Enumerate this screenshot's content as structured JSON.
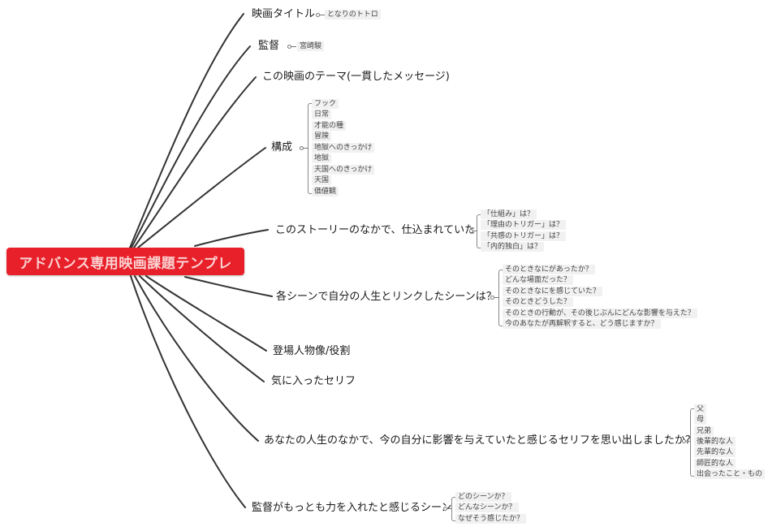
{
  "root": {
    "label": "アドバンス専用映画課題テンプレ"
  },
  "branches": [
    {
      "label": "映画タイトル",
      "leaves": [
        "となりのトトロ"
      ]
    },
    {
      "label": "監督",
      "leaves": [
        "宮崎駿"
      ]
    },
    {
      "label": "この映画のテーマ(一貫したメッセージ)",
      "leaves": []
    },
    {
      "label": "構成",
      "leaves": [
        "フック",
        "日常",
        "才能の種",
        "冒険",
        "地獄へのきっかけ",
        "地獄",
        "天国へのきっかけ",
        "天国",
        "価値観"
      ]
    },
    {
      "label": "このストーリーのなかで、仕込まれていた",
      "leaves": [
        "「仕組み」は？",
        "「理由のトリガー」は？",
        "「共感のトリガー」は？",
        "「内的独白」は？"
      ]
    },
    {
      "label": "各シーンで自分の人生とリンクしたシーンは？",
      "leaves": [
        "そのときなにがあったか？",
        "どんな場面だった？",
        "そのときなにを感じていた？",
        "そのときどうした？",
        "そのときの行動が、その後じぶんにどんな影響を与えた？",
        "今のあなたが再解釈すると、どう感じますか？"
      ]
    },
    {
      "label": "登場人物像/役割",
      "leaves": []
    },
    {
      "label": "気に入ったセリフ",
      "leaves": []
    },
    {
      "label": "あなたの人生のなかで、今の自分に影響を与えていたと感じるセリフを思い出しましたか？",
      "leaves": [
        "父",
        "母",
        "兄弟",
        "後輩的な人",
        "先輩的な人",
        "師匠的な人",
        "出会ったこと・もの"
      ]
    },
    {
      "label": "監督がもっとも力を入れたと感じるシーン",
      "leaves": [
        "どのシーンか？",
        "どんなシーンか？",
        "なぜそう感じたか？"
      ]
    }
  ],
  "colors": {
    "root_bg": "#e8202a",
    "line": "#333333"
  }
}
